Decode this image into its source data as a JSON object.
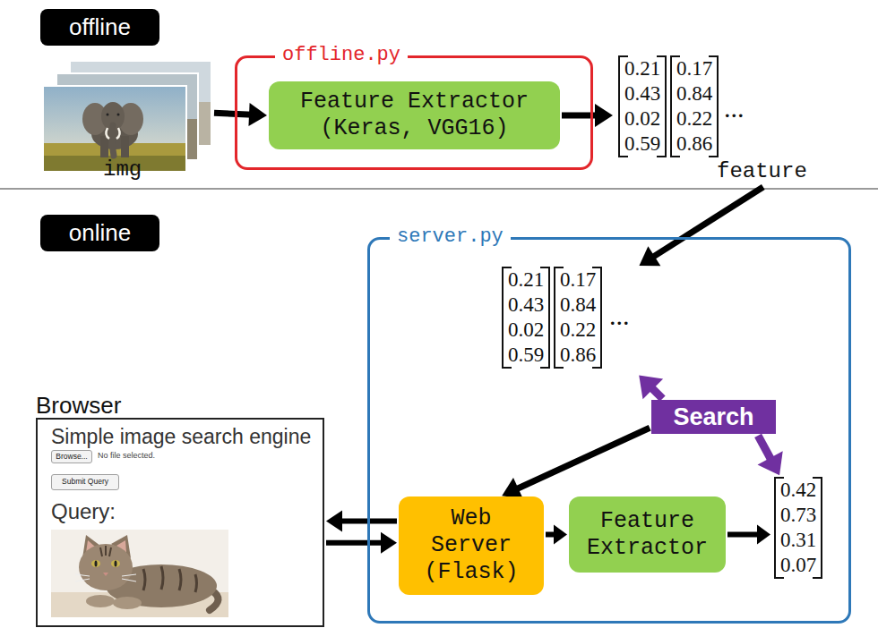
{
  "diagram": {
    "nodes": [
      {
        "text": [
          "offline"
        ]
      },
      {
        "text": [
          "img"
        ]
      },
      {
        "text": [
          "offline.py"
        ]
      },
      {
        "text": [
          "Feature Extractor (Keras, VGG16)"
        ],
        "in": 2
      },
      {
        "text": [
          "0.21 0.43 0.02 0.59",
          "0.17 0.84 0.22 0.86",
          "...",
          "feature"
        ]
      },
      {
        "text": [
          "online"
        ]
      },
      {
        "text": [
          "Browser",
          "Simple image search engine",
          "No file selected.",
          "Query:"
        ]
      },
      {
        "text": [
          "Browse..."
        ],
        "in": 6
      },
      {
        "text": [
          "Submit Query"
        ],
        "in": 6
      },
      {
        "text": [
          "server.py"
        ]
      },
      {
        "text": [
          "0.21 0.43 0.02 0.59",
          "0.17 0.84 0.22 0.86",
          "..."
        ],
        "in": 9
      },
      {
        "text": [
          "Search"
        ],
        "in": 9
      },
      {
        "text": [
          "Web Server (Flask)"
        ],
        "in": 9
      },
      {
        "text": [
          "Feature Extractor"
        ],
        "in": 9
      },
      {
        "text": [
          "0.42 0.73 0.31 0.07"
        ],
        "in": 9
      }
    ],
    "edges": [
      {
        "from": 1,
        "to": 3,
        "arrow": "to"
      },
      {
        "from": 3,
        "to": 4,
        "arrow": "to"
      },
      {
        "from": 4,
        "to": 10,
        "arrow": "to"
      },
      {
        "from": 12,
        "to": 6,
        "arrow": "to"
      },
      {
        "from": 6,
        "to": 12,
        "arrow": "to"
      },
      {
        "from": 12,
        "to": 13,
        "arrow": "to"
      },
      {
        "from": 13,
        "to": 14,
        "arrow": "to"
      },
      {
        "from": 11,
        "to": 10,
        "arrow": "to"
      },
      {
        "from": 11,
        "to": 14,
        "arrow": "to"
      },
      {
        "from": 11,
        "to": 12,
        "arrow": "to"
      }
    ]
  }
}
